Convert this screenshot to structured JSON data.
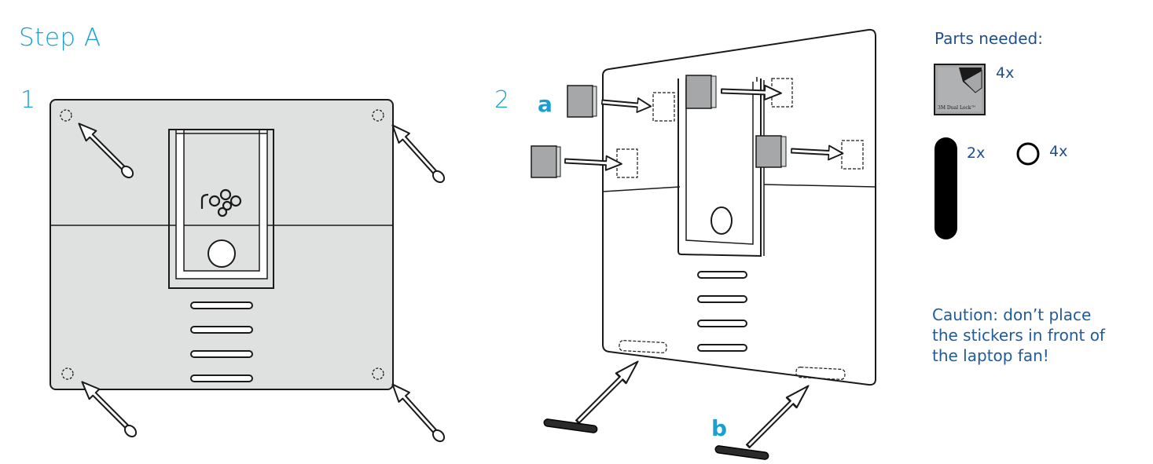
{
  "heading": "Step A",
  "steps": {
    "one": "1",
    "two": "2"
  },
  "callouts": {
    "a": "a",
    "b": "b"
  },
  "parts": {
    "title": "Parts needed:",
    "dual_lock": {
      "quantity": "4x",
      "label": "3M Dual Lock™"
    },
    "strip": {
      "quantity": "2x"
    },
    "ring": {
      "quantity": "4x"
    }
  },
  "caution": "Caution: don’t place the stickers in front of the laptop fan!",
  "colors": {
    "accent": "#1a9fd0",
    "navy": "#1f4f8f",
    "panel_fill": "#dfe1e1",
    "sticker_fill": "#a5a7a8",
    "outline": "#1a1a1a"
  }
}
